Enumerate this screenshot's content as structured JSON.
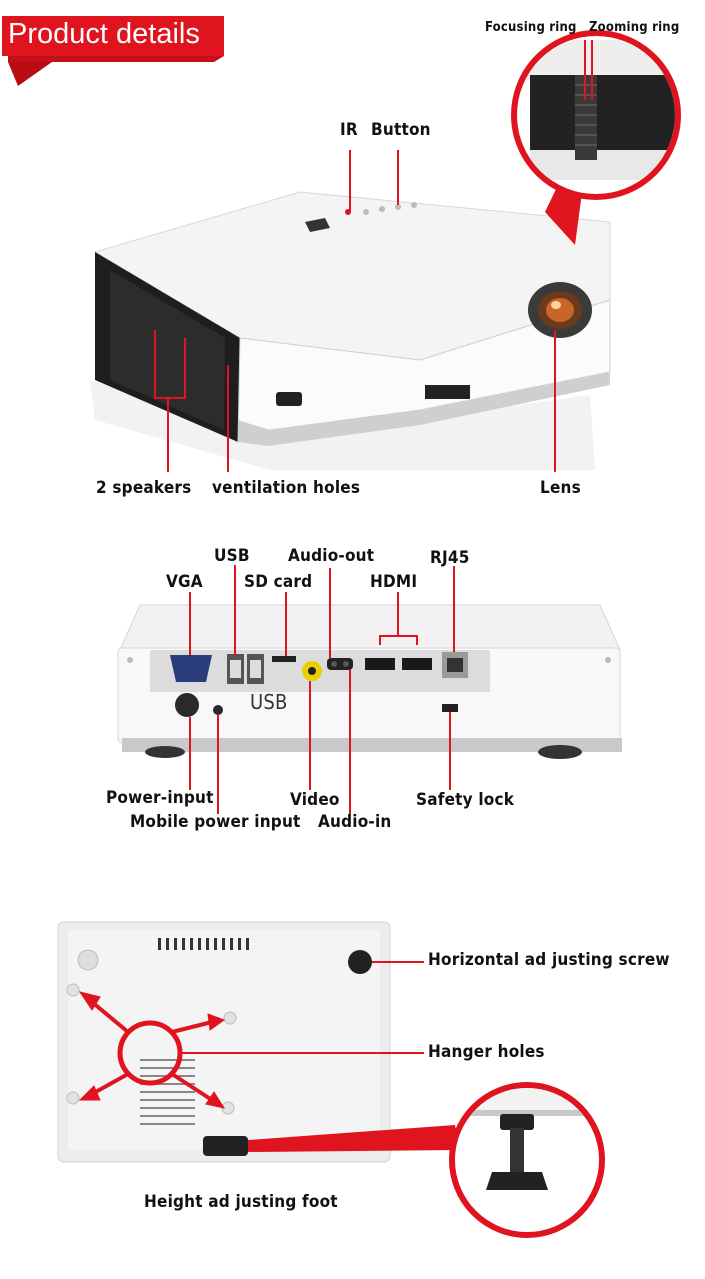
{
  "banner": {
    "title": "Product details"
  },
  "section1": {
    "ir": "IR",
    "button": "Button",
    "focusing_ring": "Focusing ring",
    "zooming_ring": "Zooming ring",
    "speakers": "2 speakers",
    "ventilation": "ventilation holes",
    "lens": "Lens"
  },
  "section2": {
    "usb_top": "USB",
    "audio_out": "Audio-out",
    "rj45": "RJ45",
    "vga": "VGA",
    "sd_card": "SD card",
    "hdmi": "HDMI",
    "usb_printed": "USB",
    "power_input": "Power-input",
    "mobile_power": "Mobile power input",
    "video": "Video",
    "audio_in": "Audio-in",
    "safety_lock": "Safety lock"
  },
  "section3": {
    "horizontal_screw": "Horizontal ad justing screw",
    "hanger_holes": "Hanger holes",
    "height_foot": "Height ad justing foot"
  },
  "colors": {
    "accent": "#e0141e",
    "label": "#111111"
  }
}
